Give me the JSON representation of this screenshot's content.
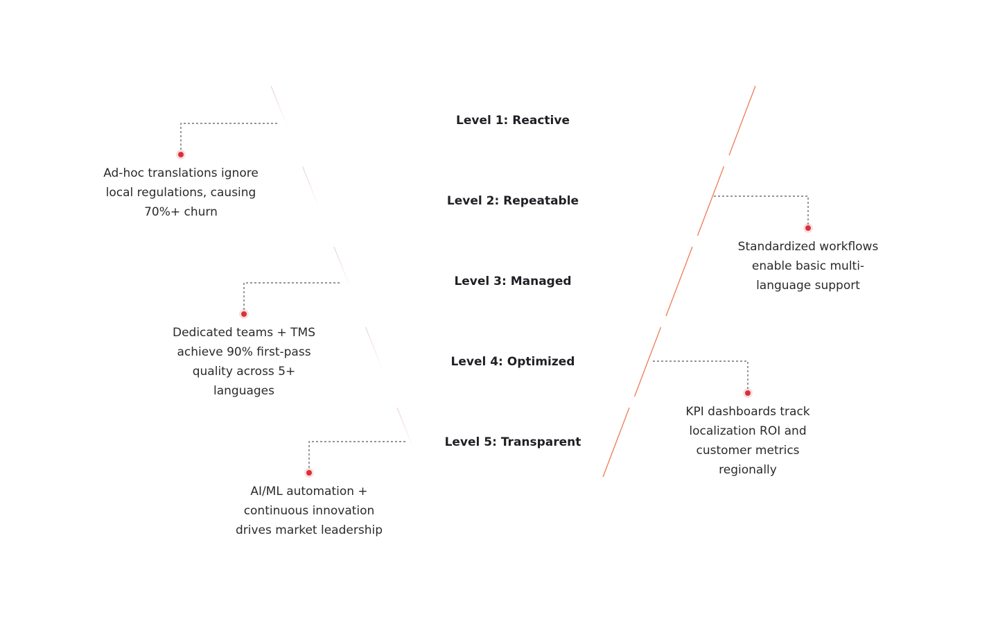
{
  "colors": {
    "grad_start": "#d98fc4",
    "grad_mid": "#f0909a",
    "grad_end": "#f5a77e",
    "edge": "#f07a52",
    "dot": "#d9303a",
    "connector": "#555555"
  },
  "levels": [
    {
      "label": "Level 1: Reactive",
      "note": "Ad-hoc translations ignore local regulations, causing 70%+ churn",
      "side": "left"
    },
    {
      "label": "Level 2: Repeatable",
      "note": "Standardized workflows enable basic multi-language support",
      "side": "right"
    },
    {
      "label": "Level 3: Managed",
      "note": "Dedicated teams + TMS achieve 90% first-pass quality across 5+ languages",
      "side": "left"
    },
    {
      "label": "Level 4: Optimized",
      "note": "KPI dashboards track localization ROI and customer metrics regionally",
      "side": "right"
    },
    {
      "label": "Level 5: Transparent",
      "note": "AI/ML automation + continuous innovation drives market leadership",
      "side": "left"
    }
  ]
}
